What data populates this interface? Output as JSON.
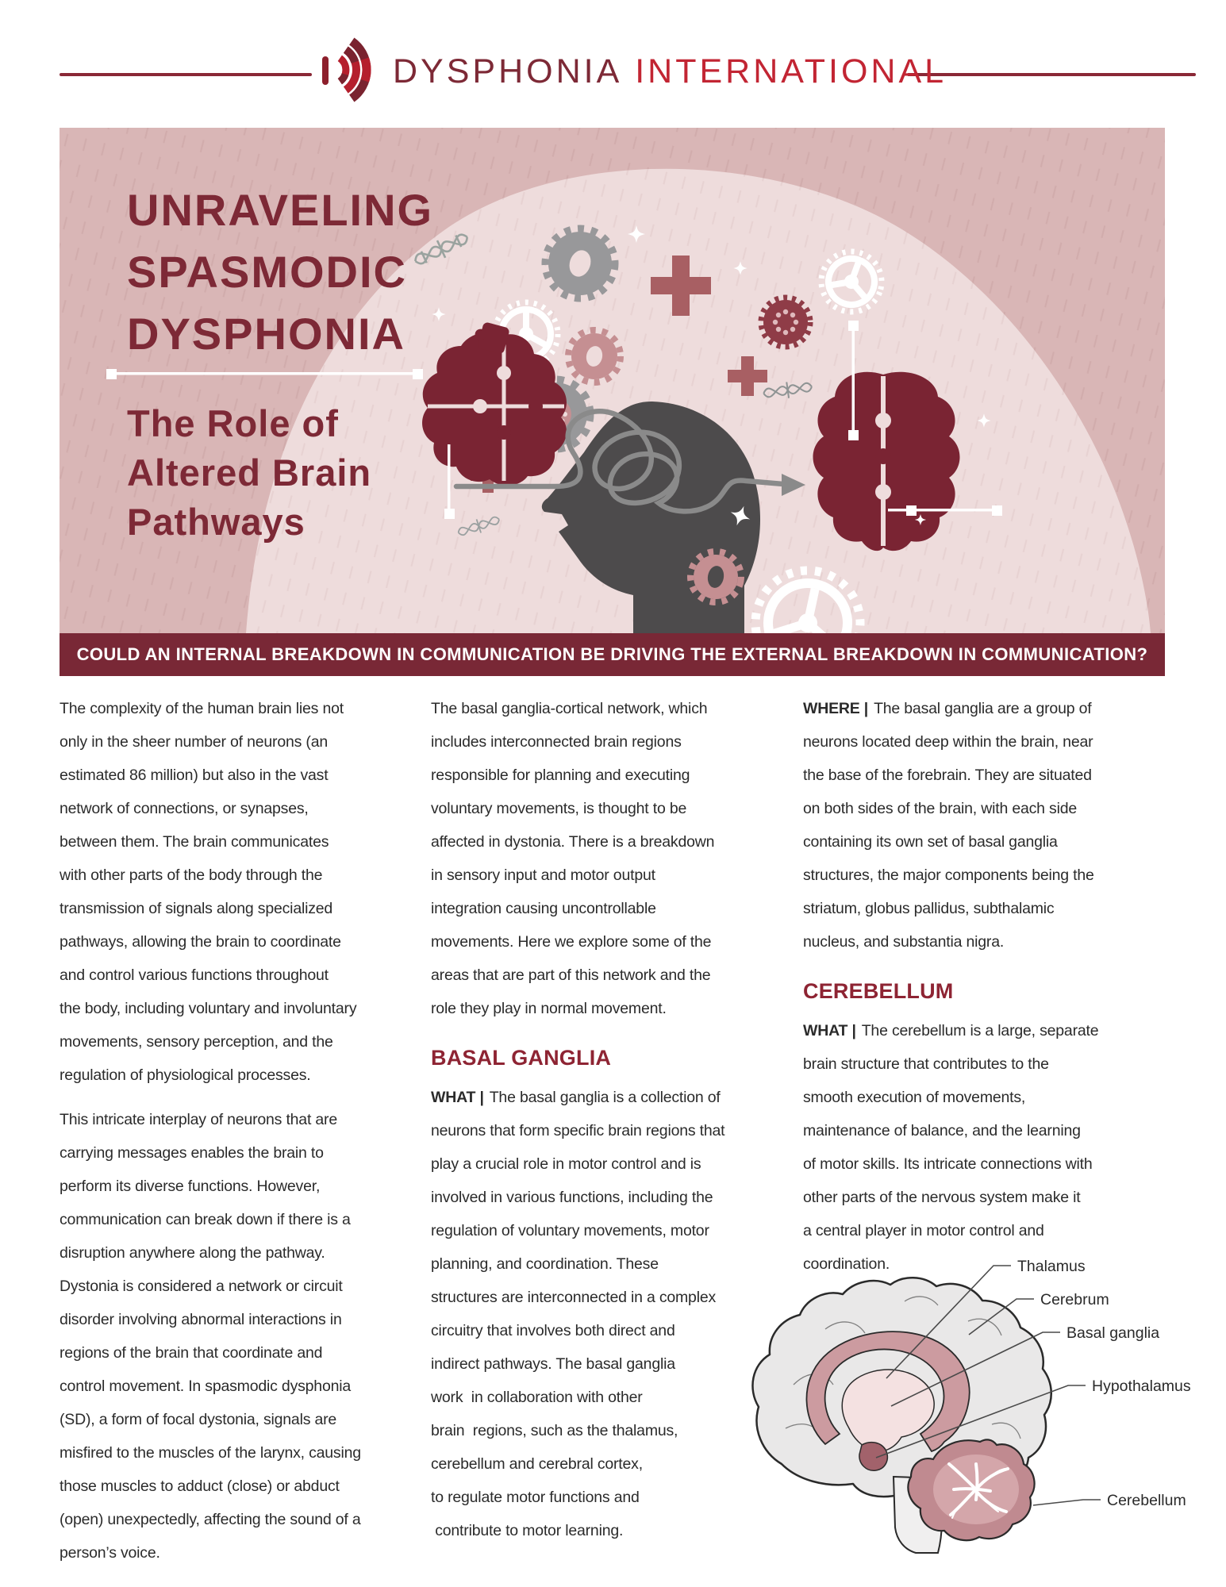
{
  "header": {
    "brand_primary": "DYSPHONIA",
    "brand_secondary": "INTERNATIONAL"
  },
  "hero": {
    "title_lines": [
      "UNRAVELING",
      "SPASMODIC",
      "DYSPHONIA"
    ],
    "subtitle_lines": [
      "The Role of",
      "Altered Brain",
      "Pathways"
    ]
  },
  "ribbon": {
    "text": "COULD AN INTERNAL BREAKDOWN IN COMMUNICATION BE DRIVING THE EXTERNAL BREAKDOWN IN COMMUNICATION?"
  },
  "article": {
    "col1": {
      "p1": "The complexity of the human brain lies not\nonly in the sheer number of neurons (an\nestimated 86 million) but also in the vast\nnetwork of connections, or synapses,\nbetween them. The brain communicates\nwith other parts of the body through the\ntransmission of signals along specialized\npathways, allowing the brain to coordinate\nand control various functions throughout\nthe body, including voluntary and involuntary\nmovements, sensory perception, and the\nregulation of physiological processes.",
      "p2": "This intricate interplay of neurons that are\ncarrying messages enables the brain to\nperform its diverse functions. However,\ncommunication can break down if there is a\ndisruption anywhere along the pathway.\nDystonia is considered a network or circuit\ndisorder involving abnormal interactions in\nregions of the brain that coordinate and\ncontrol movement. In spasmodic dysphonia\n(SD), a form of focal dystonia, signals are\nmisfired to the muscles of the larynx, causing\nthose muscles to adduct (close) or abduct\n(open) unexpectedly, affecting the sound of a\nperson’s voice."
    },
    "col2": {
      "p1": "The basal ganglia-cortical network, which\nincludes interconnected brain regions\nresponsible for planning and executing\nvoluntary movements, is thought to be\naffected in dystonia. There is a breakdown\nin sensory input and motor output\nintegration causing uncontrollable\nmovements. Here we explore some of the\nareas that are part of this network and the\nrole they play in normal movement.",
      "heading": "BASAL GANGLIA",
      "what_label": "WHAT |",
      "p2": "The basal ganglia is a collection of\nneurons that form specific brain regions that\nplay a crucial role in motor control and is\ninvolved in various functions, including the\nregulation of voluntary movements, motor\nplanning, and coordination. These\nstructures are interconnected in a complex\ncircuitry that involves both direct and\nindirect pathways. The basal ganglia\nwork  in collaboration with other\nbrain  regions, such as the thalamus,\ncerebellum and cerebral cortex,\nto regulate motor functions and\n contribute to motor learning."
    },
    "col3": {
      "where_label": "WHERE |",
      "p1": "The basal ganglia are a group of\nneurons located deep within the brain, near\nthe base of the forebrain. They are situated\non both sides of the brain, with each side\ncontaining its own set of basal ganglia\nstructures, the major components being the\nstriatum, globus pallidus, subthalamic\nnucleus, and substantia nigra.",
      "heading": "CEREBELLUM",
      "what_label": "WHAT |",
      "p2": "The cerebellum is a large, separate\nbrain structure that contributes to the\nsmooth execution of movements,\nmaintenance of balance, and the learning\nof motor skills. Its intricate connections with\nother parts of the nervous system make it\na central player in motor control and\ncoordination."
    }
  },
  "diagram": {
    "labels": {
      "thalamus": "Thalamus",
      "cerebrum": "Cerebrum",
      "basal_ganglia": "Basal ganglia",
      "hypothalamus": "Hypothalamus",
      "cerebellum": "Cerebellum"
    }
  },
  "icons": {
    "logo": "sound-wave-i-mark",
    "hero": [
      "gear-icon",
      "plus-icon",
      "sparkle-icon",
      "dna-strand-icon",
      "head-silhouette",
      "puzzle-brain-icon",
      "tangled-thread-arrow"
    ]
  },
  "colors": {
    "maroon": "#7a2433",
    "title_maroon": "#7d2936",
    "ribbon_maroon": "#792836",
    "heading_red": "#8e2433",
    "brand_red": "#c22533",
    "banner_pink": "#d9b6b6",
    "blob_pink": "#eedcdc",
    "dusty_red": "#a85f63",
    "pink_gear": "#c58f92",
    "gray_gear": "#98989a",
    "head_gray": "#4d4b4c",
    "body_text": "#2b2b2b"
  }
}
